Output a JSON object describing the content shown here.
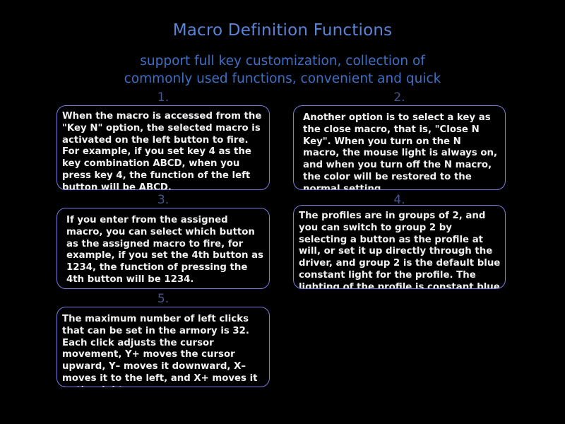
{
  "header": {
    "title": "Macro Definition Functions",
    "subtitle": "support full key customization, collection of commonly used functions, convenient and quick"
  },
  "colors": {
    "background": "#000000",
    "title": "#5b84d6",
    "subtitle": "#3e6fc4",
    "section_number": "#46558f",
    "box_border": "#7b7ce0",
    "body_text": "#f2f2f2"
  },
  "sections": [
    {
      "number": "1.",
      "text": "When the macro is accessed from the \"Key N\" option, the selected macro is activated on the left button to fire. For example, if you set key 4 as the key combination ABCD, when you press key 4, the function of the left button will be ABCD."
    },
    {
      "number": "2.",
      "text": "Another option is to select a key as the close macro, that is, \"Close N Key\". When you turn on the N macro, the mouse light is always on, and when you turn off the N macro, the color will be restored to the normal setting."
    },
    {
      "number": "3.",
      "text": "If you enter from the assigned macro, you can select which button as the assigned macro to fire, for example, if you set the 4th button as 1234, the function of pressing the 4th button will be 1234."
    },
    {
      "number": "4.",
      "text": "The profiles are in groups of 2, and you can switch to group 2 by selecting a button as the profile at will, or set it up directly through the driver, and group 2 is the default blue constant light for the profile. The lighting of the profile is constant blue light by default, or you can set other colors by yourself."
    },
    {
      "number": "5.",
      "text": "The maximum number of left clicks that can be set in the armory is 32. Each click adjusts the cursor movement, Y+ moves the cursor upward, Y– moves it downward, X– moves it to the left, and X+ moves it to the right."
    }
  ]
}
